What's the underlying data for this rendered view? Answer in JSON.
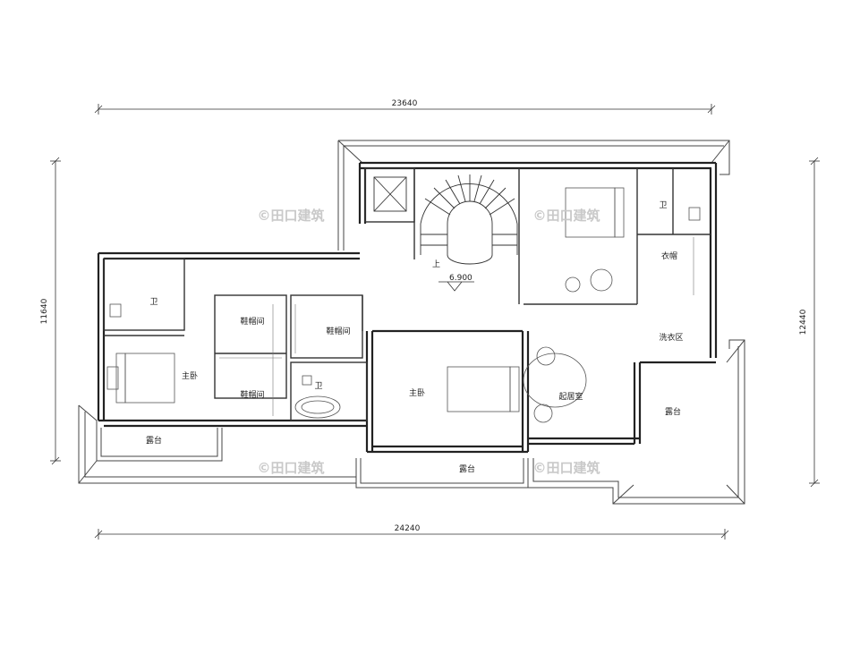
{
  "dimensions": {
    "top": "23640",
    "bottom": "24240",
    "left": "11640",
    "right": "12440"
  },
  "level": "6.900",
  "stair_label": "上",
  "rooms": {
    "bath_left": "卫",
    "bath_mid": "卫",
    "bath_right": "卫",
    "shoe_hat_1": "鞋帽间",
    "shoe_hat_2": "鞋帽间",
    "shoe_hat_3": "鞋帽间",
    "master_bed_left": "主卧",
    "master_bed_mid": "主卧",
    "closet": "衣帽",
    "laundry": "洗衣区",
    "living": "起居室",
    "terrace_left": "露台",
    "terrace_mid": "露台",
    "terrace_right": "露台"
  },
  "watermark": "©田口建筑"
}
